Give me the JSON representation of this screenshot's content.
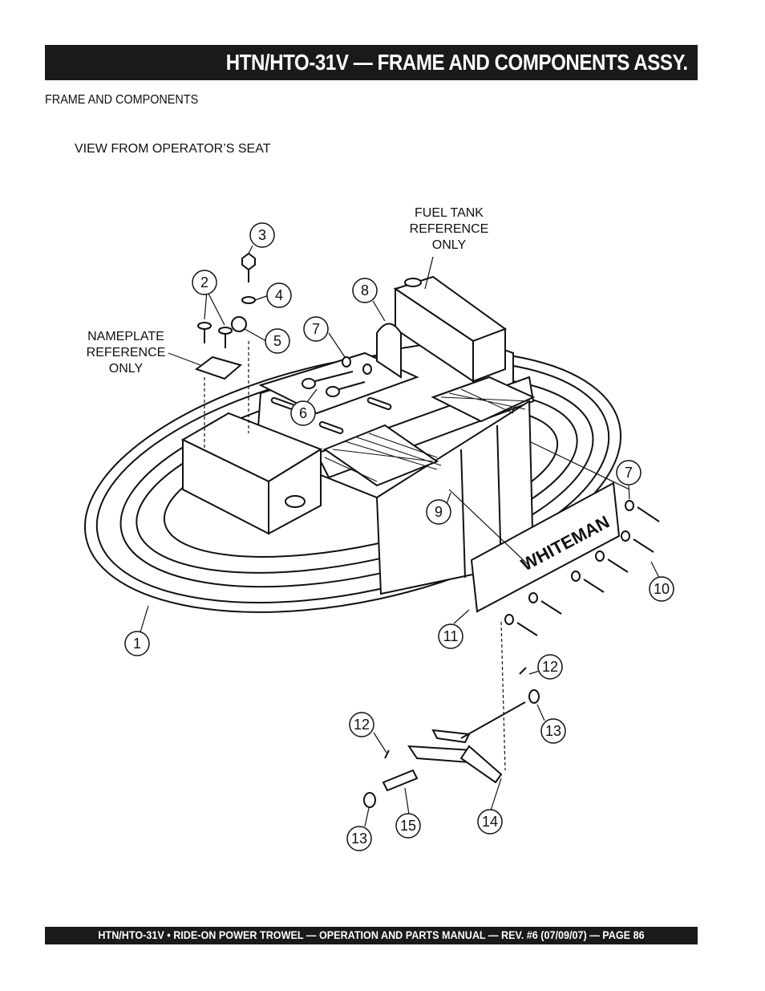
{
  "header": {
    "title": "HTN/HTO-31V — FRAME AND COMPONENTS ASSY."
  },
  "section_title": "FRAME AND COMPONENTS",
  "view_label": "VIEW FROM OPERATOR’S SEAT",
  "reference_labels": {
    "fuel_tank": [
      "FUEL TANK",
      "REFERENCE",
      "ONLY"
    ],
    "nameplate": [
      "NAMEPLATE",
      "REFERENCE",
      "ONLY"
    ]
  },
  "callouts": {
    "c1": "1",
    "c2": "2",
    "c3": "3",
    "c4": "4",
    "c5": "5",
    "c6": "6",
    "c7a": "7",
    "c7b": "7",
    "c8": "8",
    "c9": "9",
    "c10": "10",
    "c11": "11",
    "c12a": "12",
    "c12b": "12",
    "c13a": "13",
    "c13b": "13",
    "c14": "14",
    "c15": "15"
  },
  "brand_plate": "WHITEMAN",
  "footer": {
    "text": "HTN/HTO-31V • RIDE-ON POWER TROWEL — OPERATION AND PARTS MANUAL — REV. #6 (07/09/07) — PAGE 86"
  }
}
